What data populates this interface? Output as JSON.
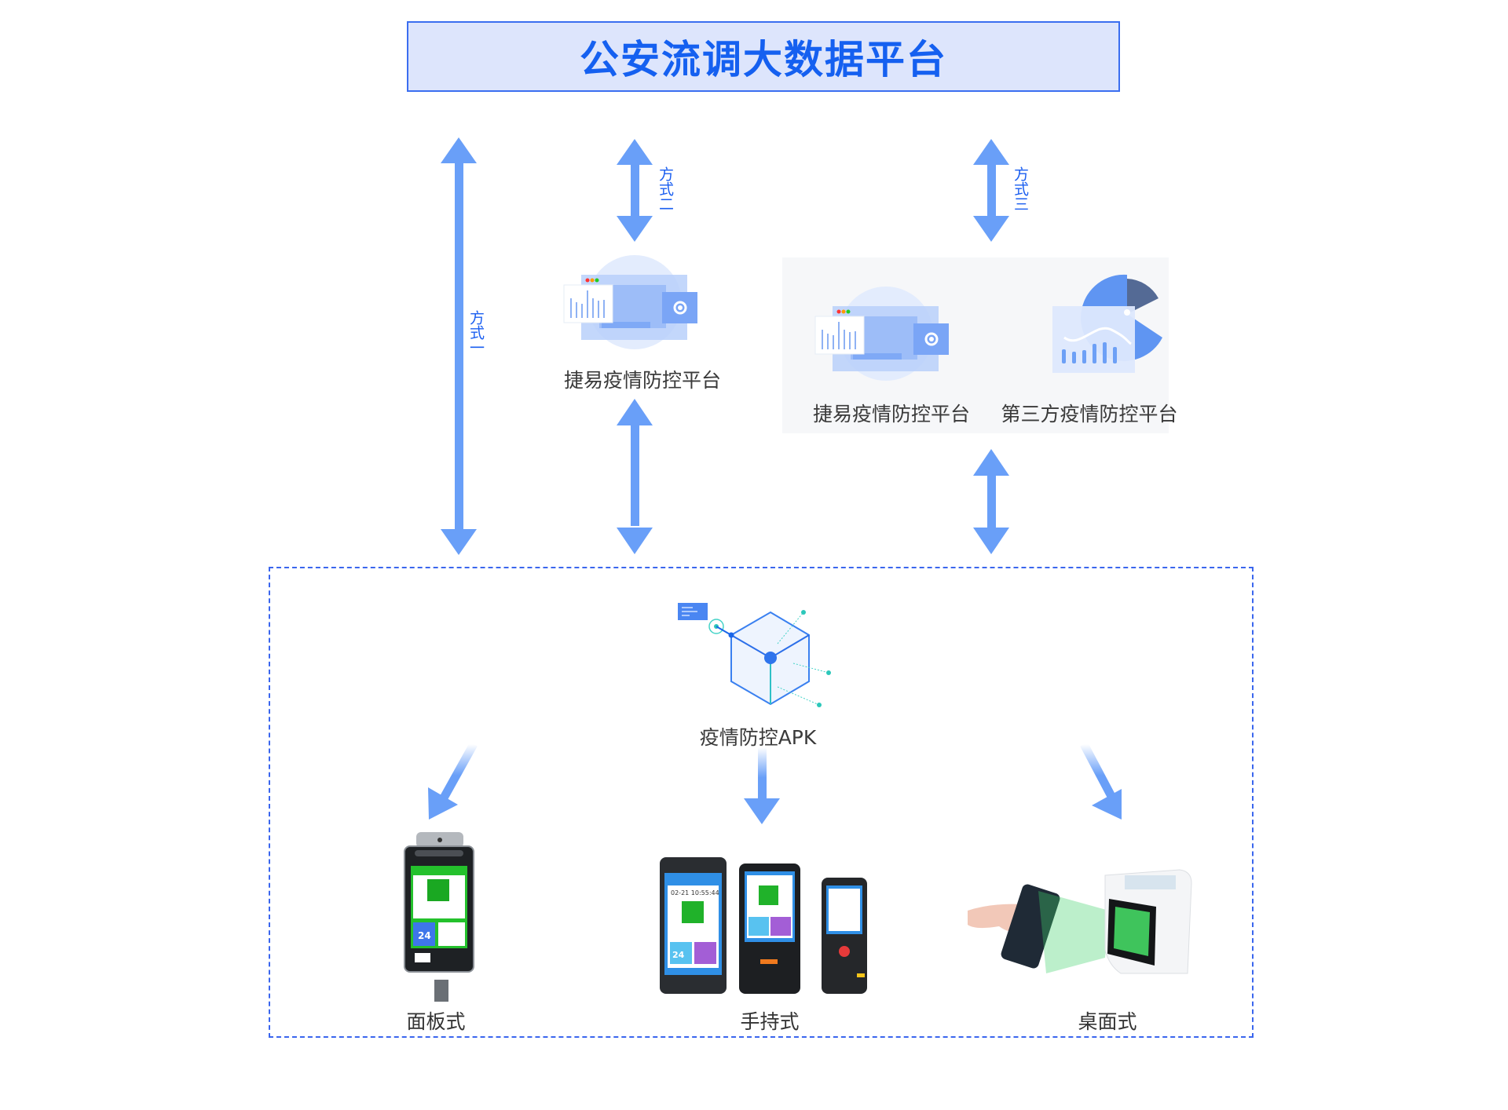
{
  "header": {
    "title": "公安流调大数据平台"
  },
  "connections": [
    {
      "id": "method-1",
      "label": "方式一"
    },
    {
      "id": "method-2",
      "label": "方式二"
    },
    {
      "id": "method-3",
      "label": "方式三"
    }
  ],
  "platforms": {
    "method2": {
      "label": "捷易疫情防控平台"
    },
    "method3": [
      {
        "label": "捷易疫情防控平台"
      },
      {
        "label": "第三方疫情防控平台"
      }
    ]
  },
  "apk": {
    "label": "疫情防控APK"
  },
  "devices": [
    {
      "label": "面板式",
      "screen_value": "24"
    },
    {
      "label": "手持式",
      "screen_time": "02-21  10:55:44",
      "screen_value": "24"
    },
    {
      "label": "桌面式"
    }
  ],
  "colors": {
    "accent": "#1560f0",
    "arrow": "#699ff8",
    "title_bg": "#dde5fc",
    "border": "#3a66ee"
  }
}
